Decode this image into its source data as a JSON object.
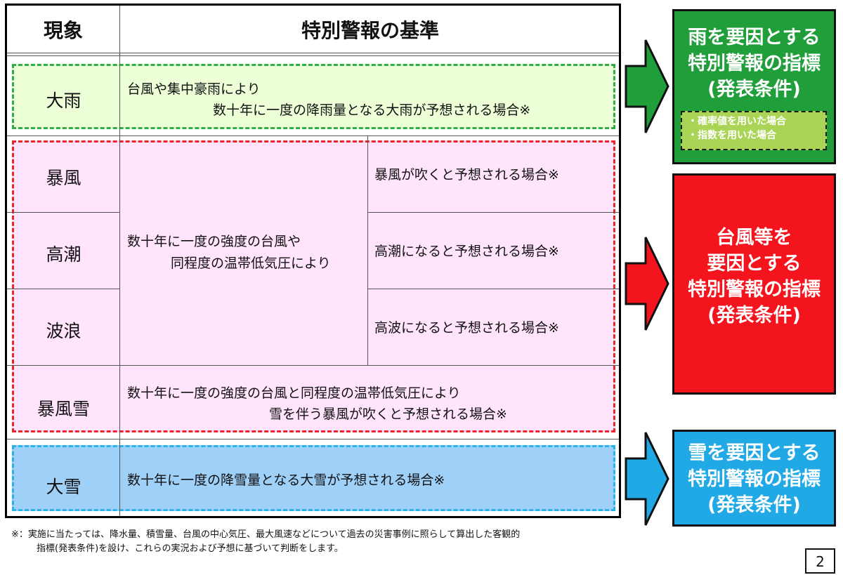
{
  "table": {
    "header": {
      "phenomenon": "現象",
      "criteria": "特別警報の基準"
    },
    "rows": {
      "heavy_rain": {
        "phenomenon": "大雨",
        "criteria_line1": "台風や集中豪雨により",
        "criteria_line2": "数十年に一度の降雨量となる大雨が予想される場合※"
      },
      "storm": {
        "phenomenon": "暴風",
        "criteria": "暴風が吹くと予想される場合※"
      },
      "storm_surge": {
        "phenomenon": "高潮",
        "criteria": "高潮になると予想される場合※"
      },
      "high_waves": {
        "phenomenon": "波浪",
        "criteria": "高波になると予想される場合※"
      },
      "shared_cause": {
        "line1": "数十年に一度の強度の台風や",
        "line2": "同程度の温帯低気圧により"
      },
      "snowstorm": {
        "phenomenon": "暴風雪",
        "criteria_line1": "数十年に一度の強度の台風と同程度の温帯低気圧により",
        "criteria_line2": "雪を伴う暴風が吹くと予想される場合※"
      },
      "heavy_snow": {
        "phenomenon": "大雪",
        "criteria": "数十年に一度の降雪量となる大雪が予想される場合※"
      }
    }
  },
  "right_boxes": {
    "rain": {
      "lines": [
        "雨を要因とする",
        "特別警報の指標",
        "(発表条件)"
      ],
      "sub_items": [
        "・確率値を用いた場合",
        "・指数を用いた場合"
      ],
      "color": "#1f9e3a"
    },
    "typhoon": {
      "lines": [
        "台風等を",
        "要因とする",
        "特別警報の指標",
        "(発表条件)"
      ],
      "color": "#f4141e"
    },
    "snow": {
      "lines": [
        "雪を要因とする",
        "特別警報の指標",
        "(発表条件)"
      ],
      "color": "#21a9e6"
    }
  },
  "arrows": {
    "green": "#1f9e3a",
    "red": "#f4141e",
    "blue": "#21a9e6"
  },
  "footnote": {
    "line1": "※：実施に当たっては、降水量、積雪量、台風の中心気圧、最大風速などについて過去の災害事例に照らして算出した客観的",
    "line2": "指標(発表条件)を設け、これらの実況および予想に基づいて判断をします。"
  },
  "page_number": "2"
}
